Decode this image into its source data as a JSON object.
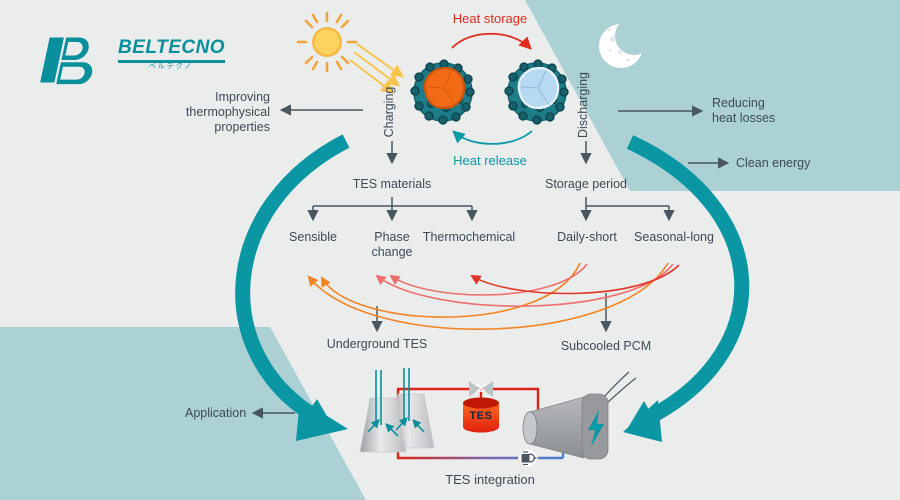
{
  "brand": {
    "name": "BELTECNO",
    "name_jp": "ベルテクノ"
  },
  "cycle": {
    "heat_storage": "Heat storage",
    "heat_release": "Heat release",
    "charging": "Charging",
    "discharging": "Discharging"
  },
  "benefits": {
    "improving": "Improving thermophysical properties",
    "reducing": "Reducing heat losses",
    "clean_energy": "Clean energy",
    "application": "Application"
  },
  "taxonomy": {
    "materials": {
      "title": "TES materials",
      "children": [
        "Sensible",
        "Phase change",
        "Thermochemical"
      ]
    },
    "period": {
      "title": "Storage period",
      "children": [
        "Daily-short",
        "Seasonal-long"
      ]
    }
  },
  "techniques": {
    "underground": "Underground TES",
    "subcooled": "Subcooled PCM"
  },
  "integration": {
    "caption": "TES integration",
    "tank_label": "TES"
  },
  "connections": [
    {
      "from": "Underground TES",
      "to": "Sensible",
      "color": "orange"
    },
    {
      "from": "Underground TES",
      "to": "Seasonal-long",
      "color": "orange"
    },
    {
      "from": "Subcooled PCM",
      "to": "Phase change",
      "color": "salmon"
    },
    {
      "from": "Subcooled PCM",
      "to": "Daily-short",
      "color": "salmon"
    },
    {
      "from": "Subcooled PCM",
      "to": "Thermochemical",
      "color": "red"
    }
  ],
  "colors": {
    "background": "#ebecec",
    "panel_teal": "#abd1d5",
    "accent_teal": "#0a96a3",
    "text": "#3e4b57",
    "red": "#e02b1d",
    "orange": "#f5831f",
    "salmon": "#ee6f6e",
    "pipe_blue": "#4a7fd4",
    "sun_yellow": "#fbd45f",
    "tank_red": "#ea3b1c"
  }
}
